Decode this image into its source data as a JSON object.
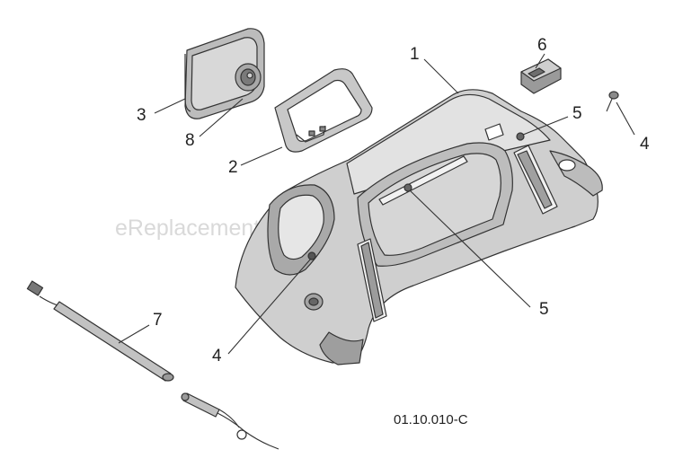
{
  "watermark": "eReplacementParts.com",
  "drawing_code": "01.10.010-C",
  "callouts": [
    {
      "id": "c1",
      "text": "1"
    },
    {
      "id": "c2",
      "text": "2"
    },
    {
      "id": "c3",
      "text": "3"
    },
    {
      "id": "c4a",
      "text": "4"
    },
    {
      "id": "c4b",
      "text": "4"
    },
    {
      "id": "c5a",
      "text": "5"
    },
    {
      "id": "c5b",
      "text": "5"
    },
    {
      "id": "c6",
      "text": "6"
    },
    {
      "id": "c7",
      "text": "7"
    },
    {
      "id": "c8",
      "text": "8"
    }
  ],
  "colors": {
    "line": "#333333",
    "fill_light": "#d2d2d2",
    "fill_mid": "#b8b8b8",
    "fill_dark": "#8f8f8f"
  }
}
